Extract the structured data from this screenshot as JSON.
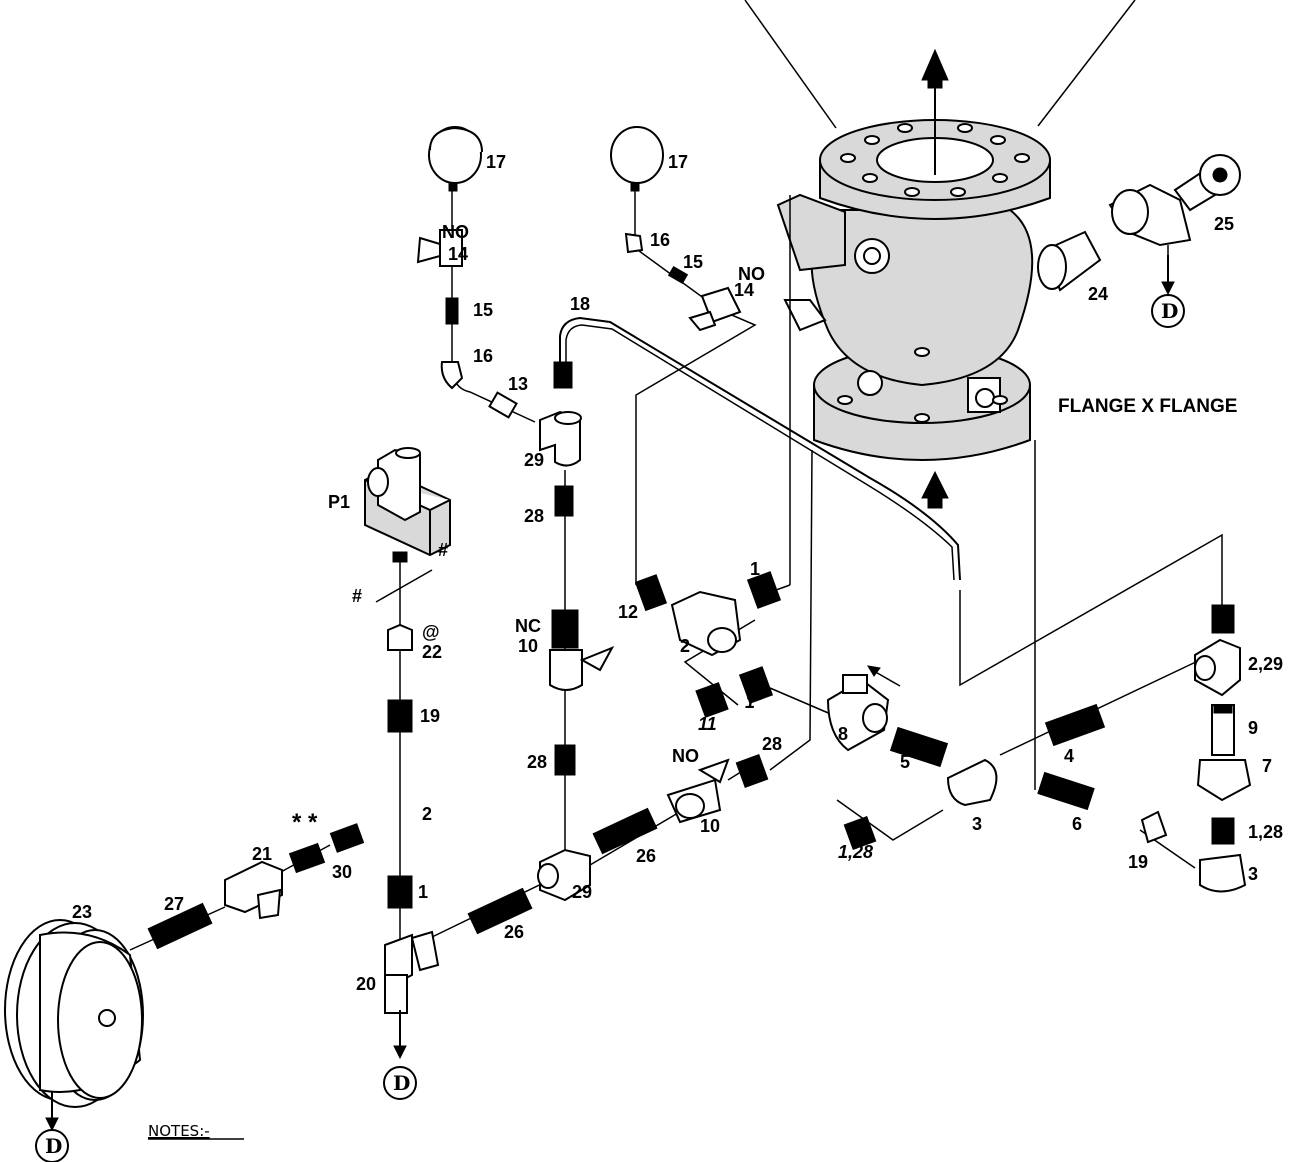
{
  "heading": "FLANGE X FLANGE",
  "notes_label": "NOTES:-",
  "labels": {
    "l17a": "17",
    "l17b": "17",
    "lNOa": "NO",
    "l14a": "14",
    "l15a": "15",
    "l16a": "16",
    "l13": "13",
    "l16b": "16",
    "l15b": "15",
    "lNOb": "NO",
    "l14b": "14",
    "l18": "18",
    "l29a": "29",
    "l28a": "28",
    "lP1": "P1",
    "lHash1": "#",
    "lHash2": "#",
    "lAt": "@",
    "l22": "22",
    "l19a": "19",
    "lNC": "NC",
    "l10a": "10",
    "l12": "12",
    "l1a": "1",
    "l2a": "2",
    "l1b": "1",
    "l11": "11",
    "l8": "8",
    "l25": "25",
    "l24": "24",
    "l229": "2,29",
    "l9": "9",
    "l4": "4",
    "l7": "7",
    "l5": "5",
    "l128a": "1,28",
    "l3a": "3",
    "l6": "6",
    "l128b": "1,28",
    "l19b": "19",
    "l3b": "3",
    "l28b": "28",
    "lNOc": "NO",
    "l28c": "28",
    "l10b": "10",
    "l26a": "26",
    "l29b": "29",
    "l26b": "26",
    "l2b": "2",
    "lStar": "* *",
    "l21": "21",
    "l30": "30",
    "l1c": "1",
    "l23": "23",
    "l27": "27",
    "l20": "20",
    "lD1": "D",
    "lD2": "D",
    "lD3": "D"
  }
}
